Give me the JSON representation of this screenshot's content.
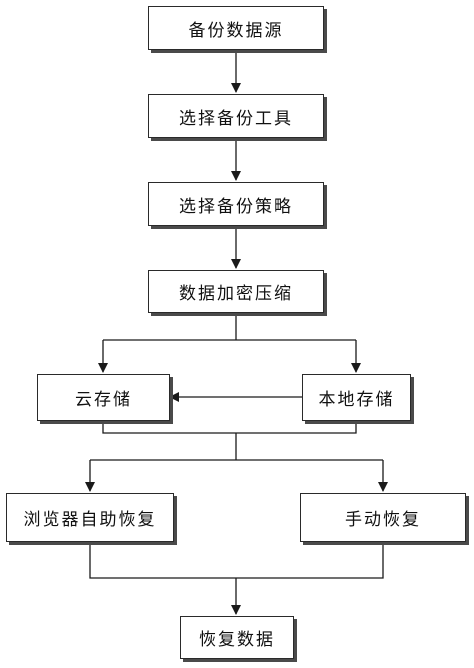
{
  "diagram": {
    "nodes": {
      "source": "备份数据源",
      "tool": "选择备份工具",
      "strategy": "选择备份策略",
      "compress": "数据加密压缩",
      "cloud": "云存储",
      "local": "本地存储",
      "browser_restore": "浏览器自助恢复",
      "manual_restore": "手动恢复",
      "restore_data": "恢复数据"
    },
    "edges": [
      [
        "source",
        "tool"
      ],
      [
        "tool",
        "strategy"
      ],
      [
        "strategy",
        "compress"
      ],
      [
        "compress",
        "cloud"
      ],
      [
        "compress",
        "local"
      ],
      [
        "local",
        "cloud"
      ],
      [
        "cloud",
        "browser_restore"
      ],
      [
        "local",
        "browser_restore"
      ],
      [
        "cloud",
        "manual_restore"
      ],
      [
        "local",
        "manual_restore"
      ],
      [
        "browser_restore",
        "restore_data"
      ],
      [
        "manual_restore",
        "restore_data"
      ]
    ]
  }
}
